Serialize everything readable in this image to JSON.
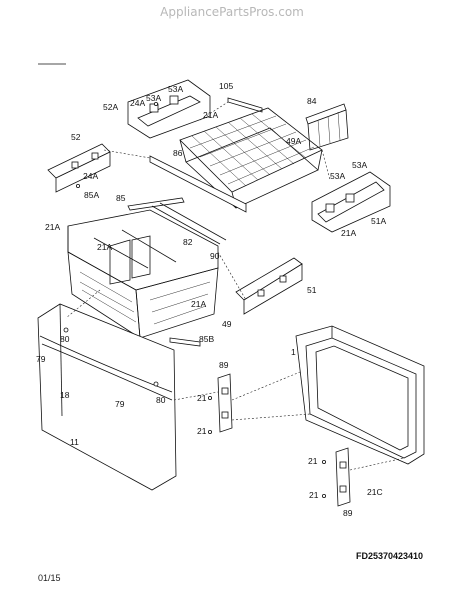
{
  "header": {
    "watermark": "AppliancePartsPros.com"
  },
  "footer": {
    "diagram_id": "FD25370423410",
    "date": "01/15"
  },
  "labels": {
    "l105": "105",
    "l84": "84",
    "l53a_top": "53A",
    "l24a_top": "24A",
    "l53a_mid": "53A",
    "l52a": "52A",
    "l21a_basket": "21A",
    "l49a": "49A",
    "l86": "86",
    "l52": "52",
    "l24a_left": "24A",
    "l53a_r1": "53A",
    "l53a_r2": "53A",
    "l51a": "51A",
    "l21a_r": "21A",
    "l85a": "85A",
    "l85": "85",
    "l21a_left": "21A",
    "l21a_mid": "21A",
    "l82": "82",
    "l90": "90",
    "l51": "51",
    "l21a_low": "21A",
    "l49": "49",
    "l85b": "85B",
    "l80_a": "80",
    "l79_a": "79",
    "l18": "18",
    "l79_b": "79",
    "l80_b": "80",
    "l11": "11",
    "l89_a": "89",
    "l1": "1",
    "l21_a": "21",
    "l21_b": "21",
    "l21_c": "21",
    "l21_d": "21",
    "l21c": "21C",
    "l89_b": "89"
  }
}
